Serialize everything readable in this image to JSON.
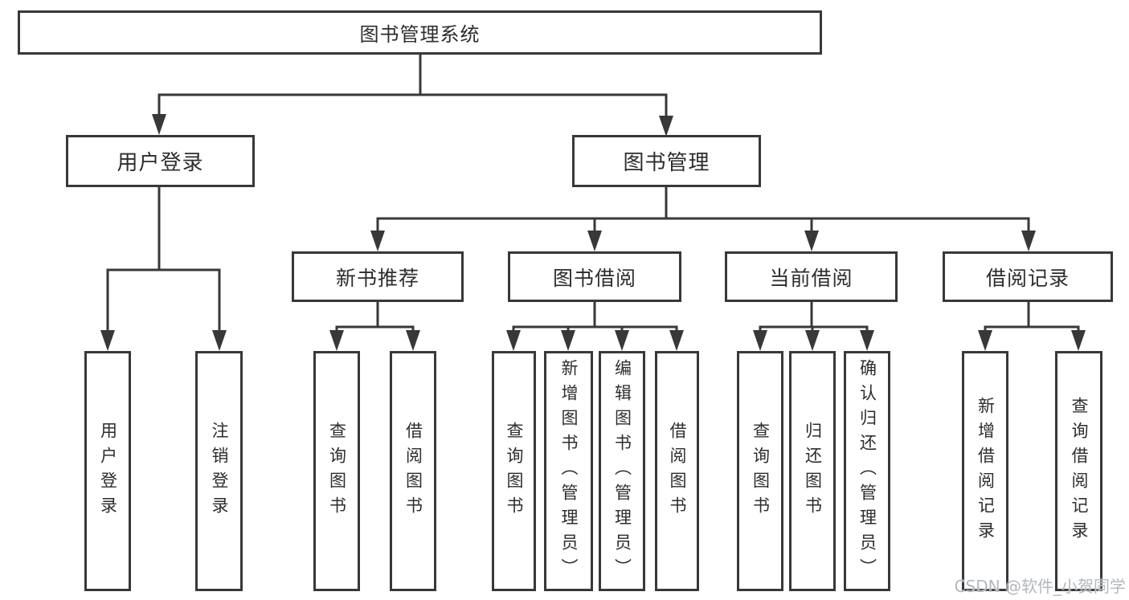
{
  "diagram": {
    "title": "图书管理系统",
    "root": {
      "label": "图书管理系统"
    },
    "level2": {
      "user_login": {
        "label": "用户登录"
      },
      "book_mgmt": {
        "label": "图书管理"
      }
    },
    "level3": {
      "new_book_rec": {
        "label": "新书推荐"
      },
      "book_borrow": {
        "label": "图书借阅"
      },
      "current_borrow": {
        "label": "当前借阅"
      },
      "borrow_records": {
        "label": "借阅记录"
      }
    },
    "leaves": {
      "user_login_leaf": {
        "label": "用户登录"
      },
      "logout": {
        "label": "注销登录"
      },
      "rec_query_books": {
        "label": "查询图书"
      },
      "rec_borrow_books": {
        "label": "借阅图书"
      },
      "bb_query_books": {
        "label": "查询图书"
      },
      "bb_add_books_admin": {
        "label": "新增图书（管理员）"
      },
      "bb_edit_books_admin": {
        "label": "编辑图书（管理员）"
      },
      "bb_borrow_books": {
        "label": "借阅图书"
      },
      "cb_query_books": {
        "label": "查询图书"
      },
      "cb_return_books": {
        "label": "归还图书"
      },
      "cb_confirm_return_admin": {
        "label": "确认归还（管理员）"
      },
      "br_add_record": {
        "label": "新增借阅记录"
      },
      "br_query_record": {
        "label": "查询借阅记录"
      }
    }
  },
  "watermark": "CSDN @软件_小贺同学",
  "colors": {
    "line": "#383838",
    "box_border": "#383838",
    "text": "#2d2d2d",
    "watermark": "#b3b7bd",
    "background": "#ffffff"
  }
}
